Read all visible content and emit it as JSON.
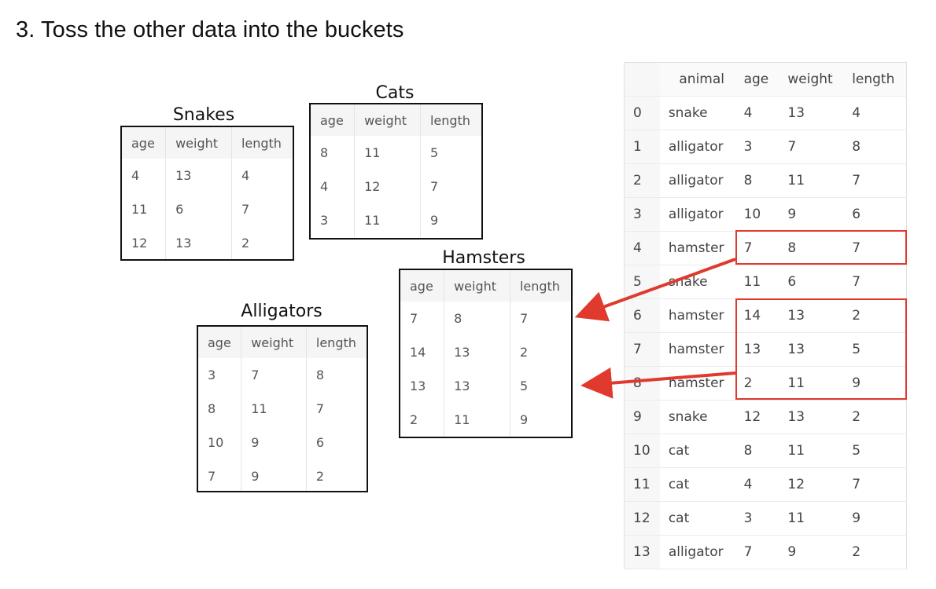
{
  "heading": "3. Toss the other data into the buckets",
  "columns": [
    "age",
    "weight",
    "length"
  ],
  "buckets": {
    "snakes": {
      "title": "Snakes",
      "rows": [
        [
          "4",
          "13",
          "4"
        ],
        [
          "11",
          "6",
          "7"
        ],
        [
          "12",
          "13",
          "2"
        ]
      ]
    },
    "cats": {
      "title": "Cats",
      "rows": [
        [
          "8",
          "11",
          "5"
        ],
        [
          "4",
          "12",
          "7"
        ],
        [
          "3",
          "11",
          "9"
        ]
      ]
    },
    "hamsters": {
      "title": "Hamsters",
      "rows": [
        [
          "7",
          "8",
          "7"
        ],
        [
          "14",
          "13",
          "2"
        ],
        [
          "13",
          "13",
          "5"
        ],
        [
          "2",
          "11",
          "9"
        ]
      ]
    },
    "alligators": {
      "title": "Alligators",
      "rows": [
        [
          "3",
          "7",
          "8"
        ],
        [
          "8",
          "11",
          "7"
        ],
        [
          "10",
          "9",
          "6"
        ],
        [
          "7",
          "9",
          "2"
        ]
      ]
    }
  },
  "dataframe": {
    "columns": [
      "",
      "animal",
      "age",
      "weight",
      "length"
    ],
    "rows": [
      [
        "0",
        "snake",
        "4",
        "13",
        "4"
      ],
      [
        "1",
        "alligator",
        "3",
        "7",
        "8"
      ],
      [
        "2",
        "alligator",
        "8",
        "11",
        "7"
      ],
      [
        "3",
        "alligator",
        "10",
        "9",
        "6"
      ],
      [
        "4",
        "hamster",
        "7",
        "8",
        "7"
      ],
      [
        "5",
        "snake",
        "11",
        "6",
        "7"
      ],
      [
        "6",
        "hamster",
        "14",
        "13",
        "2"
      ],
      [
        "7",
        "hamster",
        "13",
        "13",
        "5"
      ],
      [
        "8",
        "hamster",
        "2",
        "11",
        "9"
      ],
      [
        "9",
        "snake",
        "12",
        "13",
        "2"
      ],
      [
        "10",
        "cat",
        "8",
        "11",
        "5"
      ],
      [
        "11",
        "cat",
        "4",
        "12",
        "7"
      ],
      [
        "12",
        "cat",
        "3",
        "11",
        "9"
      ],
      [
        "13",
        "alligator",
        "7",
        "9",
        "2"
      ]
    ]
  },
  "colors": {
    "highlight": "#e03a2f",
    "border": "#111111"
  }
}
